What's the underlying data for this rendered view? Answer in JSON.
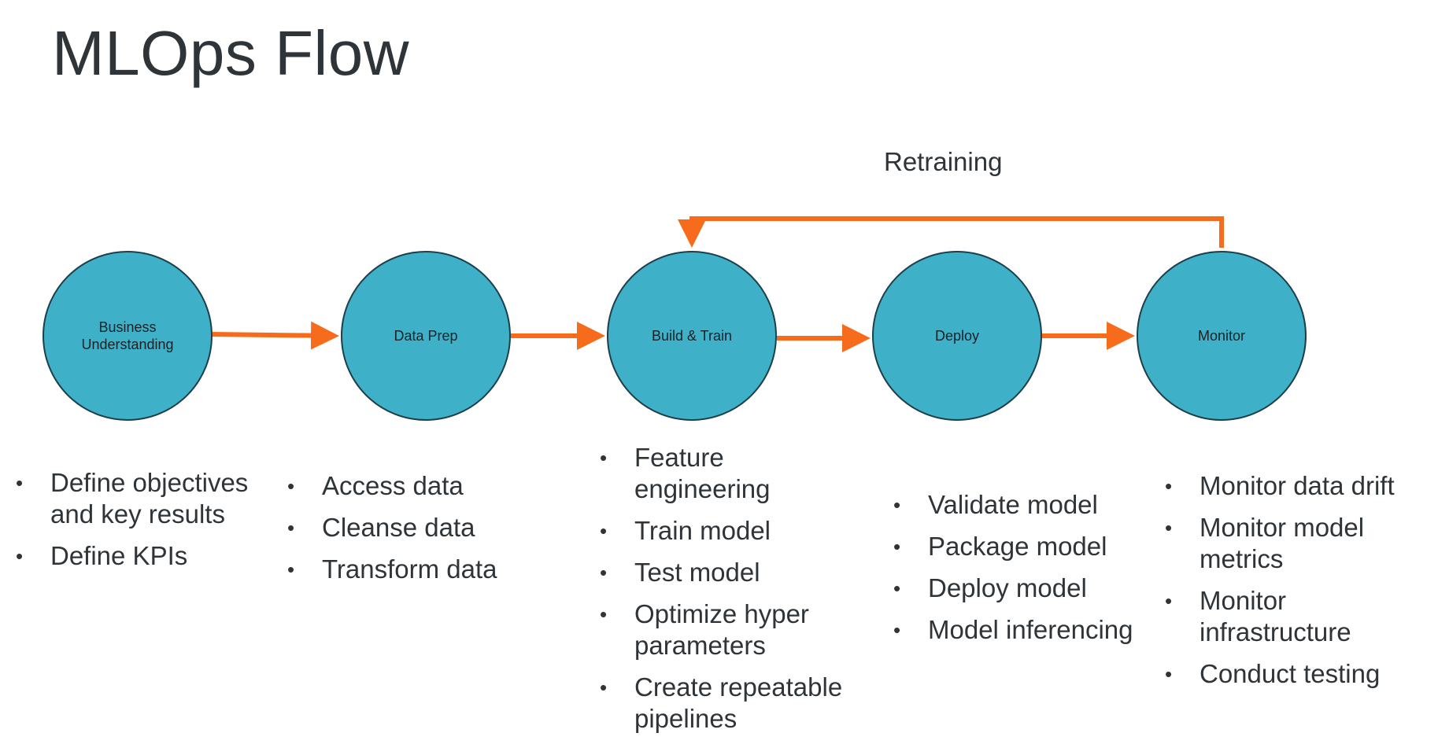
{
  "title": "MLOps Flow",
  "retraining_label": "Retraining",
  "colors": {
    "circle_fill": "#3eb0c8",
    "circle_stroke": "#1c3f4a",
    "arrow": "#f76b1c",
    "text": "#2f3438"
  },
  "stages": [
    {
      "label": "Business Understanding",
      "bullets": [
        "Define objectives and key results",
        "Define KPIs"
      ]
    },
    {
      "label": "Data Prep",
      "bullets": [
        "Access data",
        "Cleanse data",
        "Transform data"
      ]
    },
    {
      "label": "Build & Train",
      "bullets": [
        "Feature engineering",
        "Train model",
        "Test model",
        "Optimize hyper parameters",
        "Create repeatable pipelines"
      ]
    },
    {
      "label": "Deploy",
      "bullets": [
        "Validate model",
        "Package model",
        "Deploy model",
        "Model inferencing"
      ]
    },
    {
      "label": "Monitor",
      "bullets": [
        "Monitor data drift",
        "Monitor model metrics",
        "Monitor infrastructure",
        "Conduct testing"
      ]
    }
  ]
}
